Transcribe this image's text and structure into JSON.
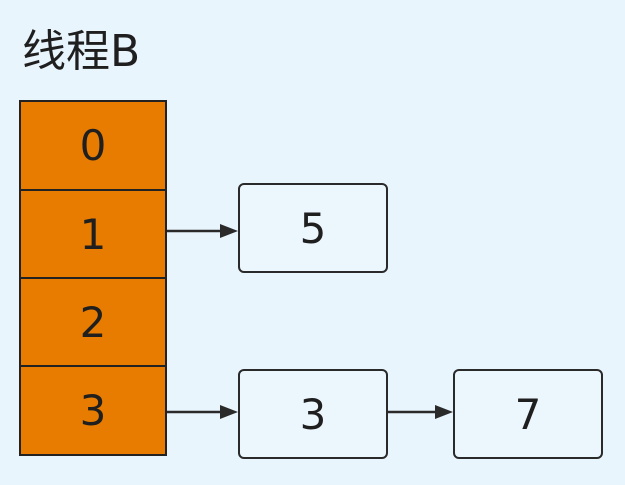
{
  "title": "线程B",
  "colors": {
    "slot_fill": "#e77c00",
    "node_fill": "#ecf6fd",
    "stroke": "#2a2a2a",
    "background": "#e9f5fd"
  },
  "slots": [
    "0",
    "1",
    "2",
    "3"
  ],
  "chains": [
    {
      "slot": "1",
      "nodes": [
        "5"
      ]
    },
    {
      "slot": "3",
      "nodes": [
        "3",
        "7"
      ]
    }
  ]
}
